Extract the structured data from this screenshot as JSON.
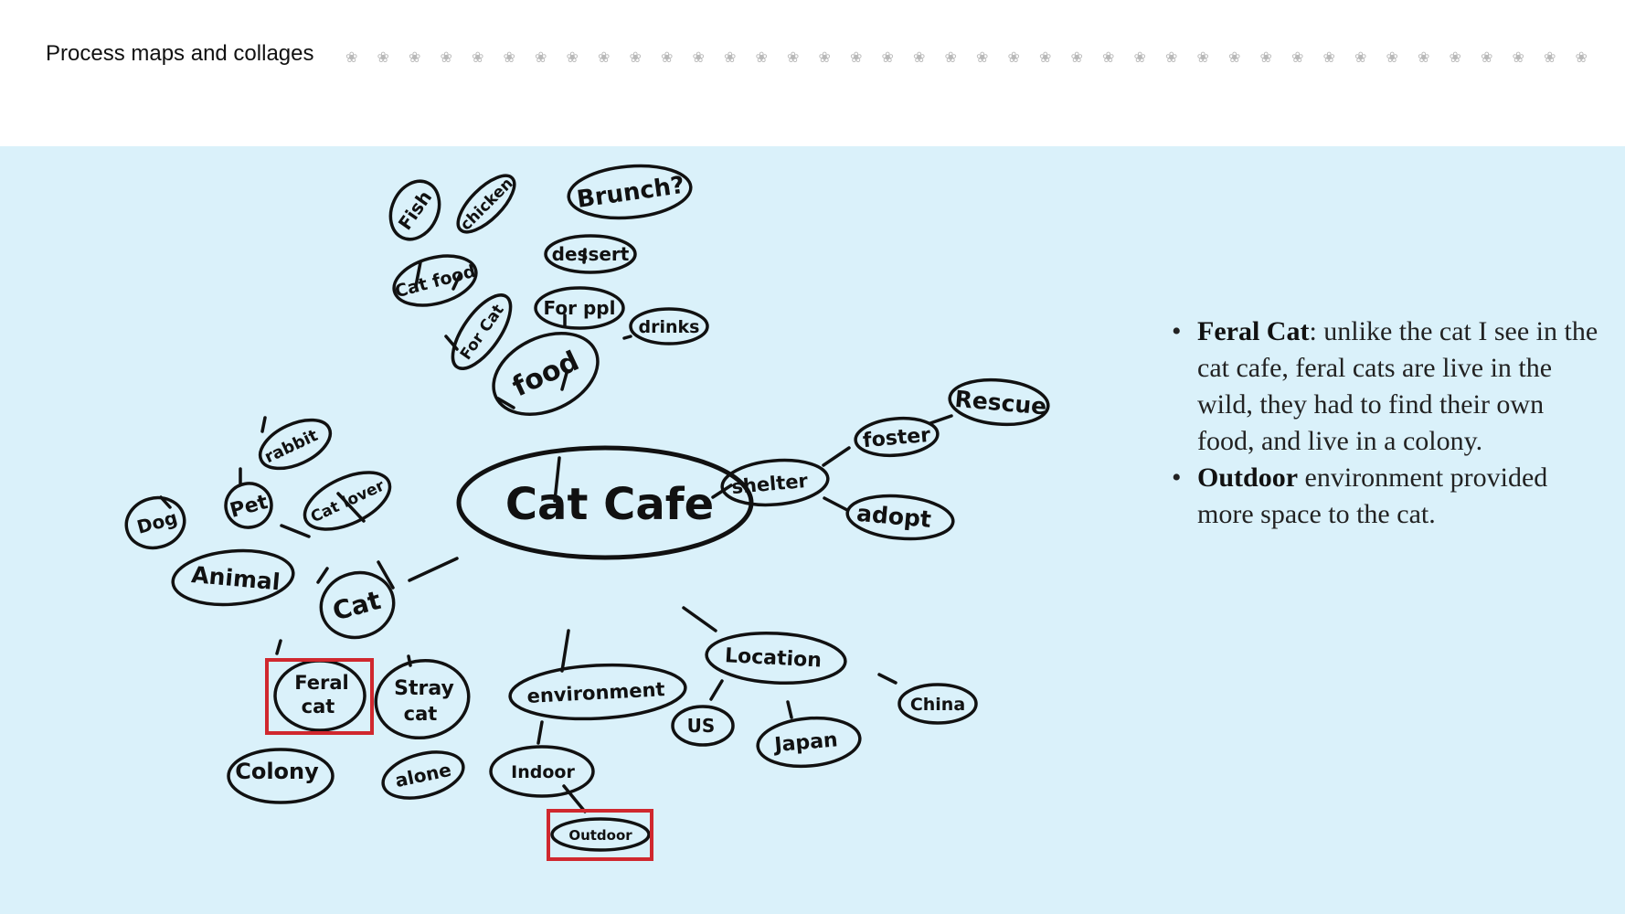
{
  "header": {
    "title": "Process maps and collages",
    "paw_icon": "paw-print-icon",
    "paw_color": "#b9b9b9"
  },
  "colors": {
    "panel_background": "#daf1fa",
    "highlight": "#d0282e",
    "ink": "#111111"
  },
  "mind_map": {
    "center": "Cat Cafe",
    "branches": {
      "food": "food",
      "for_cat": "For Cat",
      "cat_food": "Cat food",
      "fish": "Fish",
      "chicken": "chicken",
      "for_ppl": "For ppl",
      "dessert": "dessert",
      "brunch": "Brunch?",
      "drinks": "drinks",
      "shelter": "shelter",
      "foster": "foster",
      "rescue": "Rescue",
      "adopt": "adopt",
      "cat": "Cat",
      "cat_lover": "Cat lover",
      "animal": "Animal",
      "dog": "Dog",
      "pet": "Pet",
      "rabbit": "rabbit",
      "feral_cat_1": "Feral",
      "feral_cat_2": "cat",
      "stray_cat_1": "Stray",
      "stray_cat_2": "cat",
      "colony": "Colony",
      "alone": "alone",
      "environment": "environment",
      "indoor": "Indoor",
      "outdoor": "Outdoor",
      "location": "Location",
      "us": "US",
      "japan": "Japan",
      "china": "China"
    },
    "highlighted": [
      "Feral cat",
      "Outdoor"
    ]
  },
  "notes": [
    {
      "term": "Feral Cat",
      "text": ": unlike the cat I see in the cat cafe, feral cats are live in the wild, they had to find their own food, and live in a colony."
    },
    {
      "term": "Outdoor",
      "text": " environment provided more space to the cat."
    }
  ]
}
